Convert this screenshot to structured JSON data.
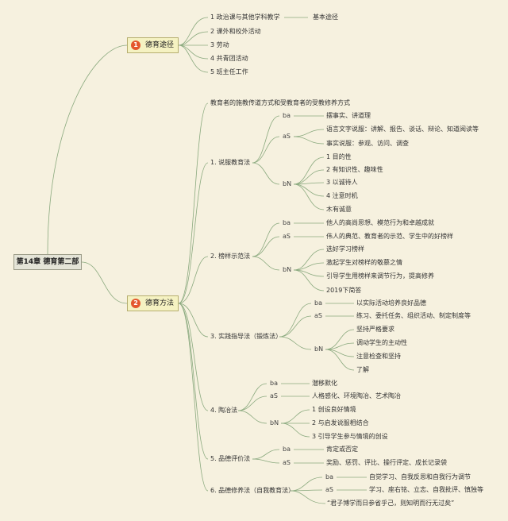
{
  "root": "第14章 德育第二部",
  "topics": [
    {
      "num": "1",
      "label": "德育途径"
    },
    {
      "num": "2",
      "label": "德育方法"
    }
  ],
  "paths": {
    "items": [
      "1 政治课与其他学科教学",
      "2 课外和校外活动",
      "3 劳动",
      "4 共青团活动",
      "5 班主任工作"
    ],
    "side": "基本途径"
  },
  "methods": {
    "definition": "教育者的施教传道方式和受教育者的受教修养方式",
    "m1": {
      "title": "1. 说服教育法",
      "ba": "ba",
      "aS": "aS",
      "bN": "bN",
      "ba_item": "摆事实、讲道理",
      "aS_items": [
        "语言文字说服：讲解、报告、谈话、辩论、知道阅读等",
        "事实说服：参观、访问、调查"
      ],
      "bN_items": [
        "1 目的性",
        "2 有知识性、趣味性",
        "3 以诚待人",
        "4 注意时机",
        "木有诚意"
      ]
    },
    "m2": {
      "title": "2. 榜样示范法",
      "ba": "ba",
      "aS": "aS",
      "bN": "bN",
      "ba_item": "他人的高尚思想、模范行为和卓越成就",
      "aS_item": "伟人的典范、教育者的示范、学生中的好榜样",
      "bN_items": [
        "选好学习榜样",
        "激起学生对榜样的敬慕之情",
        "引导学生用榜样来调节行为，提高修养",
        "2019下简答"
      ]
    },
    "m3": {
      "title": "3. 实践指导法（锻炼法）",
      "ba": "ba",
      "aS": "aS",
      "bN": "bN",
      "ba_item": "以实际活动培养良好品德",
      "aS_item": "练习、委托任务、组织活动、制定制度等",
      "bN_items": [
        "坚持严格要求",
        "调动学生的主动性",
        "注意检查和坚持",
        "了解"
      ]
    },
    "m4": {
      "title": "4. 陶冶法",
      "ba": "ba",
      "aS": "aS",
      "bN": "bN",
      "ba_item": "潜移默化",
      "aS_item": "人格感化、环境陶冶、艺术陶冶",
      "bN_items": [
        "1 创设良好情境",
        "2 与启发说服相结合",
        "3 引导学生参与情境的创设"
      ]
    },
    "m5": {
      "title": "5. 品德评价法",
      "ba": "ba",
      "aS": "aS",
      "ba_item": "肯定或否定",
      "aS_item": "奖励、惩罚、评比、操行评定、成长记录袋"
    },
    "m6": {
      "title": "6. 品德修养法（自我教育法）",
      "ba": "ba",
      "aS": "aS",
      "ba_item": "自觉学习、自我反思和自我行为调节",
      "aS_item": "学习、座右铭、立志、自我批评、慎独等",
      "quote": "“君子博学而日参省乎己，则知明而行无过矣”"
    }
  },
  "colors": {
    "background": "#f6f1df",
    "line": "#8aa97e",
    "badge": "#e4572e",
    "topic_fill": "#f5f2c2"
  }
}
